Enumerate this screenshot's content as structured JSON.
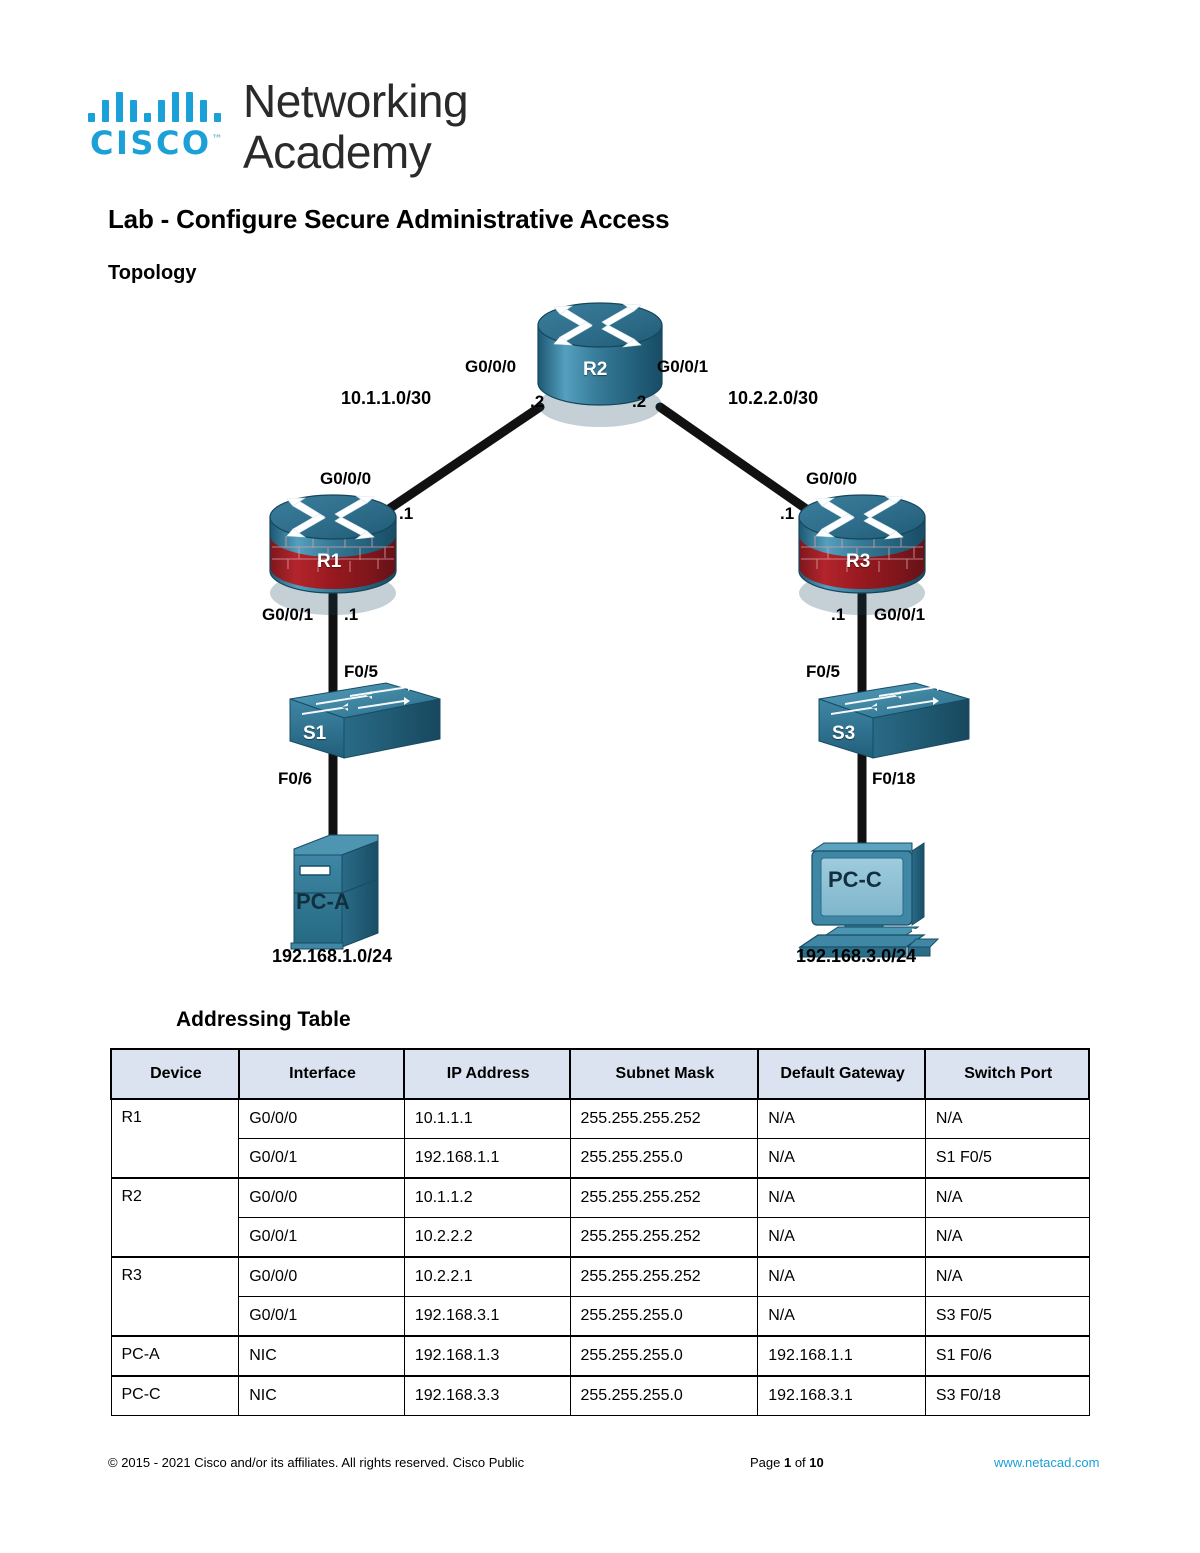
{
  "brand": {
    "cisco_word": "CISCO",
    "trademark": "™",
    "line1": "Networking",
    "line2": "Academy"
  },
  "document": {
    "lab_title": "Lab - Configure Secure Administrative Access",
    "topology_heading": "Topology",
    "addressing_heading": "Addressing Table"
  },
  "topology": {
    "devices": {
      "r2": "R2",
      "r1": "R1",
      "r3": "R3",
      "s1": "S1",
      "s3": "S3",
      "pca": "PC-A",
      "pcc": "PC-C"
    },
    "links": {
      "left_network": "10.1.1.0/30",
      "right_network": "10.2.2.0/30",
      "pca_network": "192.168.1.0/24",
      "pcc_network": "192.168.3.0/24"
    },
    "interfaces": {
      "r2_left": "G0/0/0",
      "r2_right": "G0/0/1",
      "r2_left_ip": ".2",
      "r2_right_ip": ".2",
      "r1_up": "G0/0/0",
      "r1_up_ip": ".1",
      "r1_down": "G0/0/1",
      "r1_down_ip": ".1",
      "r3_up": "G0/0/0",
      "r3_up_ip": ".1",
      "r3_down": "G0/0/1",
      "r3_down_ip": ".1",
      "s1_up": "F0/5",
      "s1_down": "F0/6",
      "s3_up": "F0/5",
      "s3_down": "F0/18"
    }
  },
  "table": {
    "columns": [
      "Device",
      "Interface",
      "IP Address",
      "Subnet Mask",
      "Default Gateway",
      "Switch Port"
    ],
    "rows": [
      {
        "device": "R1",
        "interface": "G0/0/0",
        "ip": "10.1.1.1",
        "mask": "255.255.255.252",
        "gateway": "N/A",
        "port": "N/A",
        "group_start": true,
        "rowspan": 2
      },
      {
        "device": "",
        "interface": "G0/0/1",
        "ip": "192.168.1.1",
        "mask": "255.255.255.0",
        "gateway": "N/A",
        "port": "S1 F0/5",
        "group_start": false,
        "rowspan": 0
      },
      {
        "device": "R2",
        "interface": "G0/0/0",
        "ip": "10.1.1.2",
        "mask": "255.255.255.252",
        "gateway": "N/A",
        "port": "N/A",
        "group_start": true,
        "rowspan": 2
      },
      {
        "device": "",
        "interface": "G0/0/1",
        "ip": "10.2.2.2",
        "mask": "255.255.255.252",
        "gateway": "N/A",
        "port": "N/A",
        "group_start": false,
        "rowspan": 0
      },
      {
        "device": "R3",
        "interface": "G0/0/0",
        "ip": "10.2.2.1",
        "mask": "255.255.255.252",
        "gateway": "N/A",
        "port": "N/A",
        "group_start": true,
        "rowspan": 2
      },
      {
        "device": "",
        "interface": "G0/0/1",
        "ip": "192.168.3.1",
        "mask": "255.255.255.0",
        "gateway": "N/A",
        "port": "S3 F0/5",
        "group_start": false,
        "rowspan": 0
      },
      {
        "device": "PC-A",
        "interface": "NIC",
        "ip": "192.168.1.3",
        "mask": "255.255.255.0",
        "gateway": "192.168.1.1",
        "port": "S1 F0/6",
        "group_start": true,
        "rowspan": 1
      },
      {
        "device": "PC-C",
        "interface": "NIC",
        "ip": "192.168.3.3",
        "mask": "255.255.255.0",
        "gateway": "192.168.3.1",
        "port": "S3 F0/18",
        "group_start": true,
        "rowspan": 1
      }
    ]
  },
  "footer": {
    "copyright": "© 2015 - 2021 Cisco and/or its affiliates. All rights reserved. Cisco Public",
    "page_prefix": "Page ",
    "page_number": "1",
    "page_middle": " of ",
    "page_total": "10",
    "url": "www.netacad.com"
  },
  "colors": {
    "cisco_blue": "#1ba0d7",
    "device_teal_light": "#4a8ba8",
    "device_teal_dark": "#1f5a74",
    "firewall_red": "#9e1b22",
    "table_header_bg": "#dce3f0",
    "link_black": "#000000"
  }
}
